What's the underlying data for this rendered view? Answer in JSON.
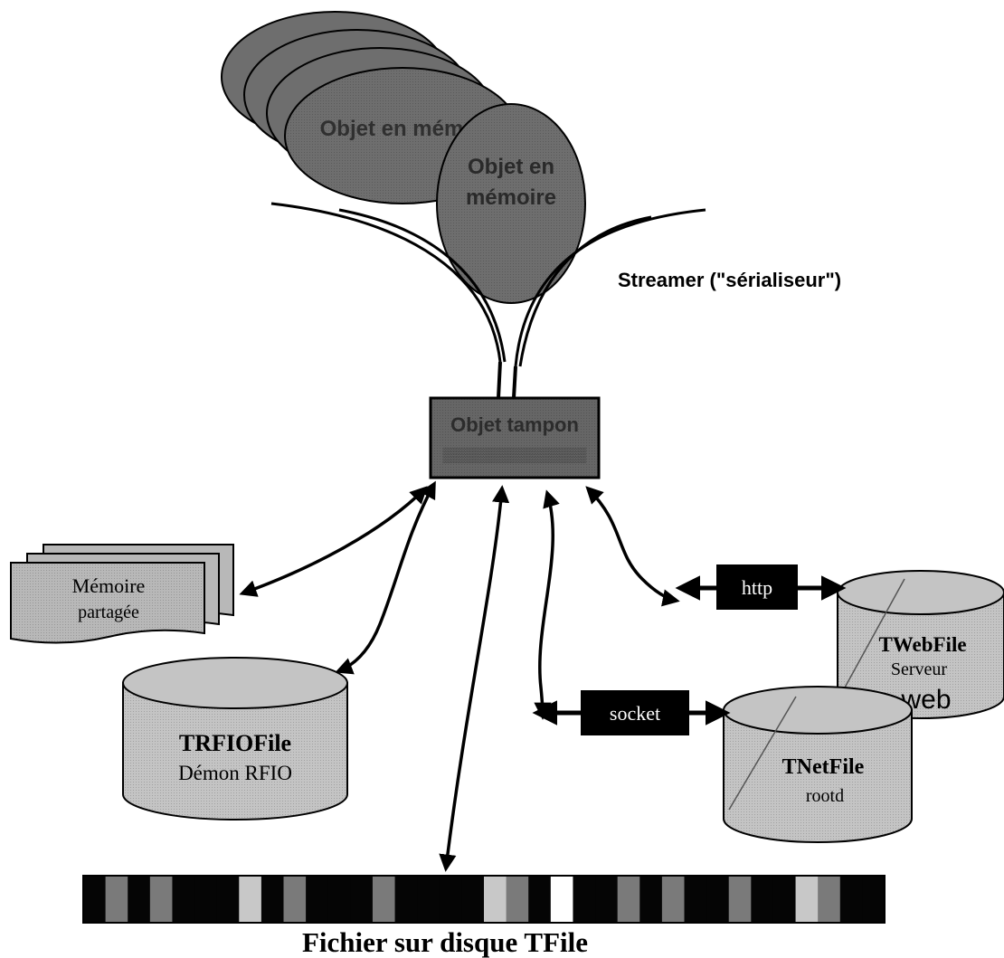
{
  "diagram": {
    "memory_objects": {
      "back_text": "Objet en mémoire",
      "front_line1": "Objet en",
      "front_line2": "mémoire"
    },
    "streamer_label": "Streamer (\"sérialiseur\")",
    "buffer_label": "Objet tampon",
    "shared_memory": {
      "line1": "Mémoire",
      "line2": "partagée"
    },
    "rfio": {
      "title": "TRFIOFile",
      "subtitle": "Démon RFIO"
    },
    "web": {
      "title": "TWebFile",
      "subtitle": "Serveur",
      "extra": "web"
    },
    "net": {
      "title": "TNetFile",
      "subtitle": "rootd"
    },
    "http_label": "http",
    "socket_label": "socket",
    "file_caption": "Fichier sur disque TFile",
    "file_blocks": [
      "dark",
      "gray",
      "dark",
      "gray",
      "dark",
      "dark",
      "dark",
      "light",
      "dark",
      "gray",
      "dark",
      "dark",
      "dark",
      "gray",
      "dark",
      "dark",
      "dark",
      "dark",
      "light",
      "gray",
      "dark",
      "white",
      "dark",
      "dark",
      "gray",
      "dark",
      "gray",
      "dark",
      "dark",
      "gray",
      "dark",
      "dark",
      "light",
      "gray",
      "dark",
      "dark"
    ],
    "colors": {
      "dark": "#050505",
      "gray": "#7a7a7a",
      "light": "#c8c8c8",
      "white": "#ffffff",
      "bubble": "#6e6e6e",
      "cylinder": "#c4c4c4",
      "paper": "#b8b8b8",
      "tag": "#000000"
    }
  }
}
